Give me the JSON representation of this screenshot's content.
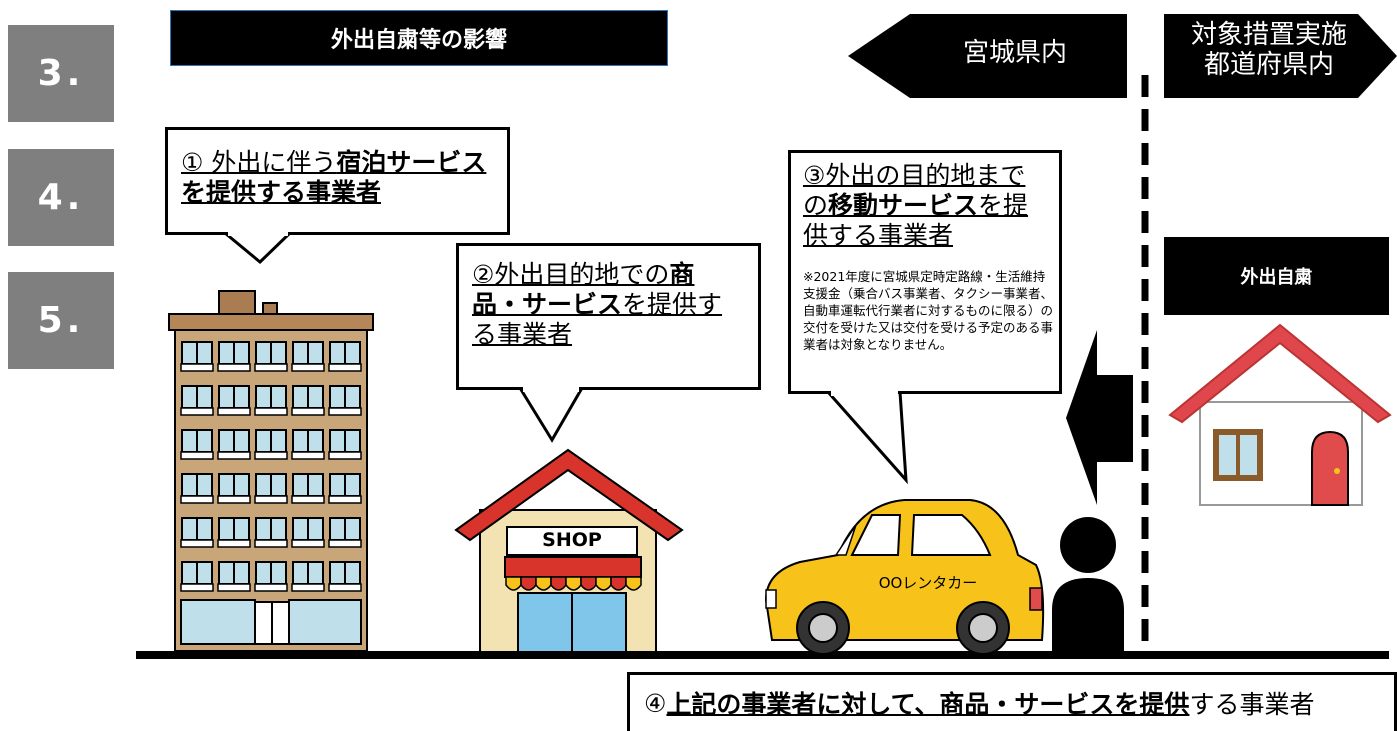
{
  "side_numbers": [
    "3.",
    "4.",
    "5."
  ],
  "title": "外出自粛等の影響",
  "arrows": {
    "miyagi": "宮城県内",
    "target_line1": "対象措置実施",
    "target_line2": "都道府県内"
  },
  "callout1": {
    "prefix": "① 外出に伴う",
    "bold1": "宿泊サービス",
    "bold2": "を提供する事業者"
  },
  "callout2": {
    "line1_normal": "②外出目的地での",
    "line1_bold": "商",
    "line2_bold": "品・サービス",
    "line2_normal": "を提供す",
    "line3": "る事業者"
  },
  "callout3": {
    "line1": "③外出の目的地まで",
    "line2_normal_a": "の",
    "line2_bold": "移動サービス",
    "line2_normal_b": "を提",
    "line3": "供する事業者",
    "note": "※2021年度に宮城県定時定路線・生活維持支援金（乗合バス事業者、タクシー事業者、自動車運転代行業者に対するものに限る）の交付を受けた又は交付を受ける予定のある事業者は対象となりません。"
  },
  "jishuku": "外出自粛",
  "shop_sign": "SHOP",
  "car_label": "OOレンタカー",
  "bottom": {
    "prefix": "④ ",
    "bold": "上記の事業者に対して、商品・サービスを提供",
    "suffix": "する事業者"
  },
  "colors": {
    "building": "#c9a57a",
    "building_window": "#bfe0ea",
    "shop_roof": "#d9342b",
    "shop_wall": "#f3e3b3",
    "car": "#f7c31a",
    "house_roof": "#e0474c",
    "house_door": "#e04b4b",
    "grey_block": "#7f7f7f"
  }
}
